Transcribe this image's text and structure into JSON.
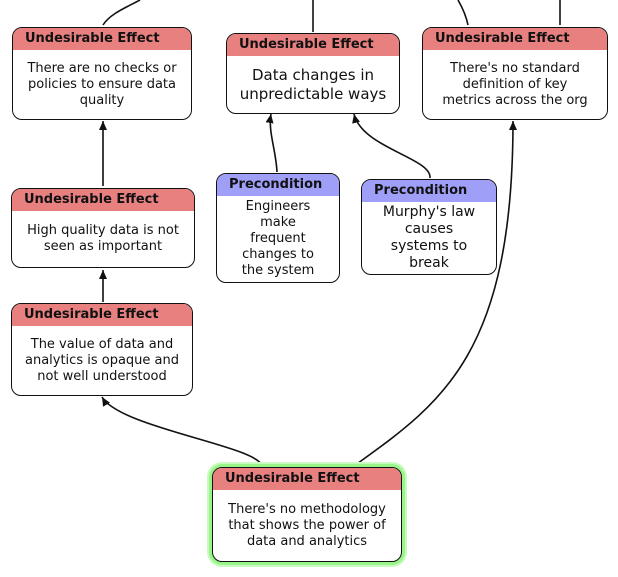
{
  "colors": {
    "undesirable_header": "#e88080",
    "precondition_header": "#9f9ff8",
    "selection_glow": "#99f58a",
    "edge": "#111111"
  },
  "nodes": {
    "no_checks": {
      "type": "Undesirable Effect",
      "text": "There are no checks or policies to ensure data quality"
    },
    "data_changes": {
      "type": "Undesirable Effect",
      "text": "Data changes in unpredictable ways"
    },
    "no_standard": {
      "type": "Undesirable Effect",
      "text": "There's no standard definition of key metrics across the org"
    },
    "quality_not_important": {
      "type": "Undesirable Effect",
      "text": "High quality data is not seen as important"
    },
    "engineers": {
      "type": "Precondition",
      "text": "Engineers make frequent changes to the system"
    },
    "murphy": {
      "type": "Precondition",
      "text": "Murphy's law causes systems to break"
    },
    "opaque_value": {
      "type": "Undesirable Effect",
      "text": "The value of data and analytics is opaque and not well understood"
    },
    "no_methodology": {
      "type": "Undesirable Effect",
      "text": "There's no methodology that shows the power of data and analytics",
      "selected": true
    }
  }
}
